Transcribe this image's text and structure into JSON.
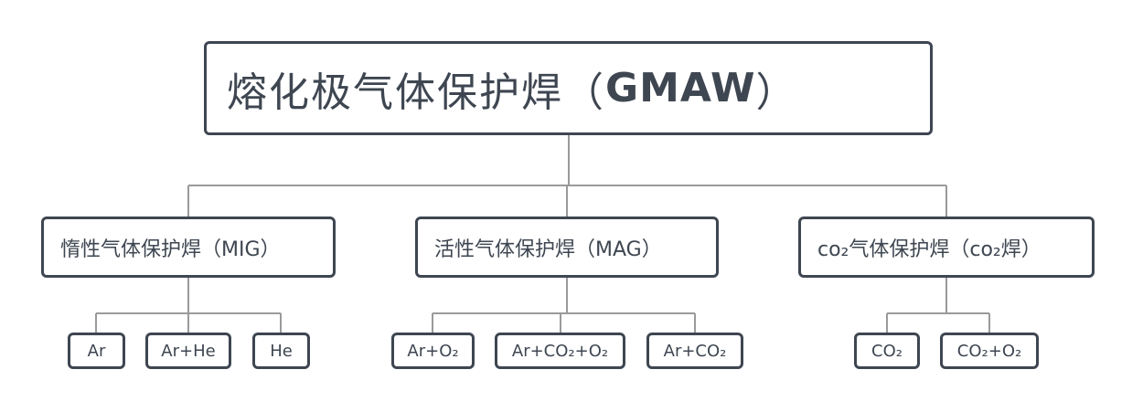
{
  "root": {
    "label_cn": "熔化极气体保护焊（",
    "label_abbr": "GMAW",
    "label_close": "）"
  },
  "categories": [
    {
      "label": "惰性气体保护焊（MIG）",
      "items": [
        "Ar",
        "Ar+He",
        "He"
      ]
    },
    {
      "label": "活性气体保护焊（MAG）",
      "items": [
        "Ar+O₂",
        "Ar+CO₂+O₂",
        "Ar+CO₂"
      ]
    },
    {
      "label": "co₂气体保护焊（co₂焊）",
      "items": [
        "CO₂",
        "CO₂+O₂"
      ]
    }
  ],
  "colors": {
    "border": "#3e4651",
    "text": "#3e4651",
    "connector": "#9a9a9a",
    "background": "#ffffff"
  }
}
